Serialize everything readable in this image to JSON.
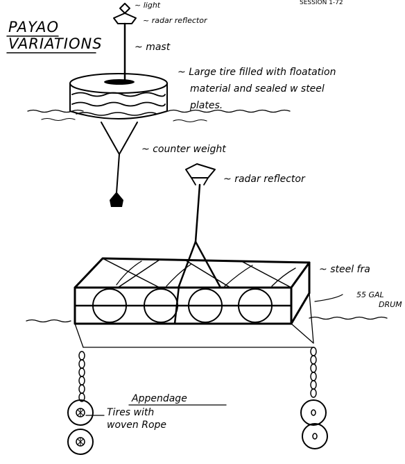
{
  "header": {
    "session": "SESSION 1-72"
  },
  "title": {
    "line1": "PAYAO",
    "line2": "VARIATIONS"
  },
  "tire_payao": {
    "light": "light",
    "radar_reflector": "radar reflector",
    "mast": "mast",
    "float_line1": "Large tire filled with floatation",
    "float_line2": "material and sealed w steel",
    "float_line3": "plates.",
    "counterweight": "counter weight"
  },
  "raft_payao": {
    "radar_reflector": "radar reflector",
    "steel_frame": "steel fra",
    "drums_line1": "55 GAL",
    "drums_line2": "DRUM",
    "appendage": "Appendage",
    "tires_line1": "Tires with",
    "tires_line2": "woven Rope"
  }
}
